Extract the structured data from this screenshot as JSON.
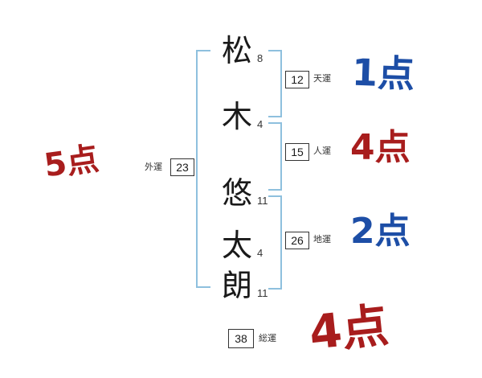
{
  "chart": {
    "characters": [
      {
        "glyph": "松",
        "strokes": "8"
      },
      {
        "glyph": "木",
        "strokes": "4"
      },
      {
        "glyph": "悠",
        "strokes": "11"
      },
      {
        "glyph": "太",
        "strokes": "4"
      },
      {
        "glyph": "朗",
        "strokes": "11"
      }
    ],
    "gaiun": {
      "label": "外運",
      "value": "23",
      "score": "5点",
      "score_color": "#a81d1d"
    },
    "tenun": {
      "label": "天運",
      "value": "12",
      "score": "1点",
      "score_color": "#1d4ea6"
    },
    "jinun": {
      "label": "人運",
      "value": "15",
      "score": "4点",
      "score_color": "#a81d1d"
    },
    "chiun": {
      "label": "地運",
      "value": "26",
      "score": "2点",
      "score_color": "#1d4ea6"
    },
    "souun": {
      "label": "総運",
      "value": "38",
      "score": "4点",
      "score_color": "#a81d1d"
    },
    "colors": {
      "bracket_blue": "#8ec0de",
      "score_blue": "#1d4ea6",
      "score_red": "#a81d1d",
      "text": "#1a1a1a"
    }
  }
}
